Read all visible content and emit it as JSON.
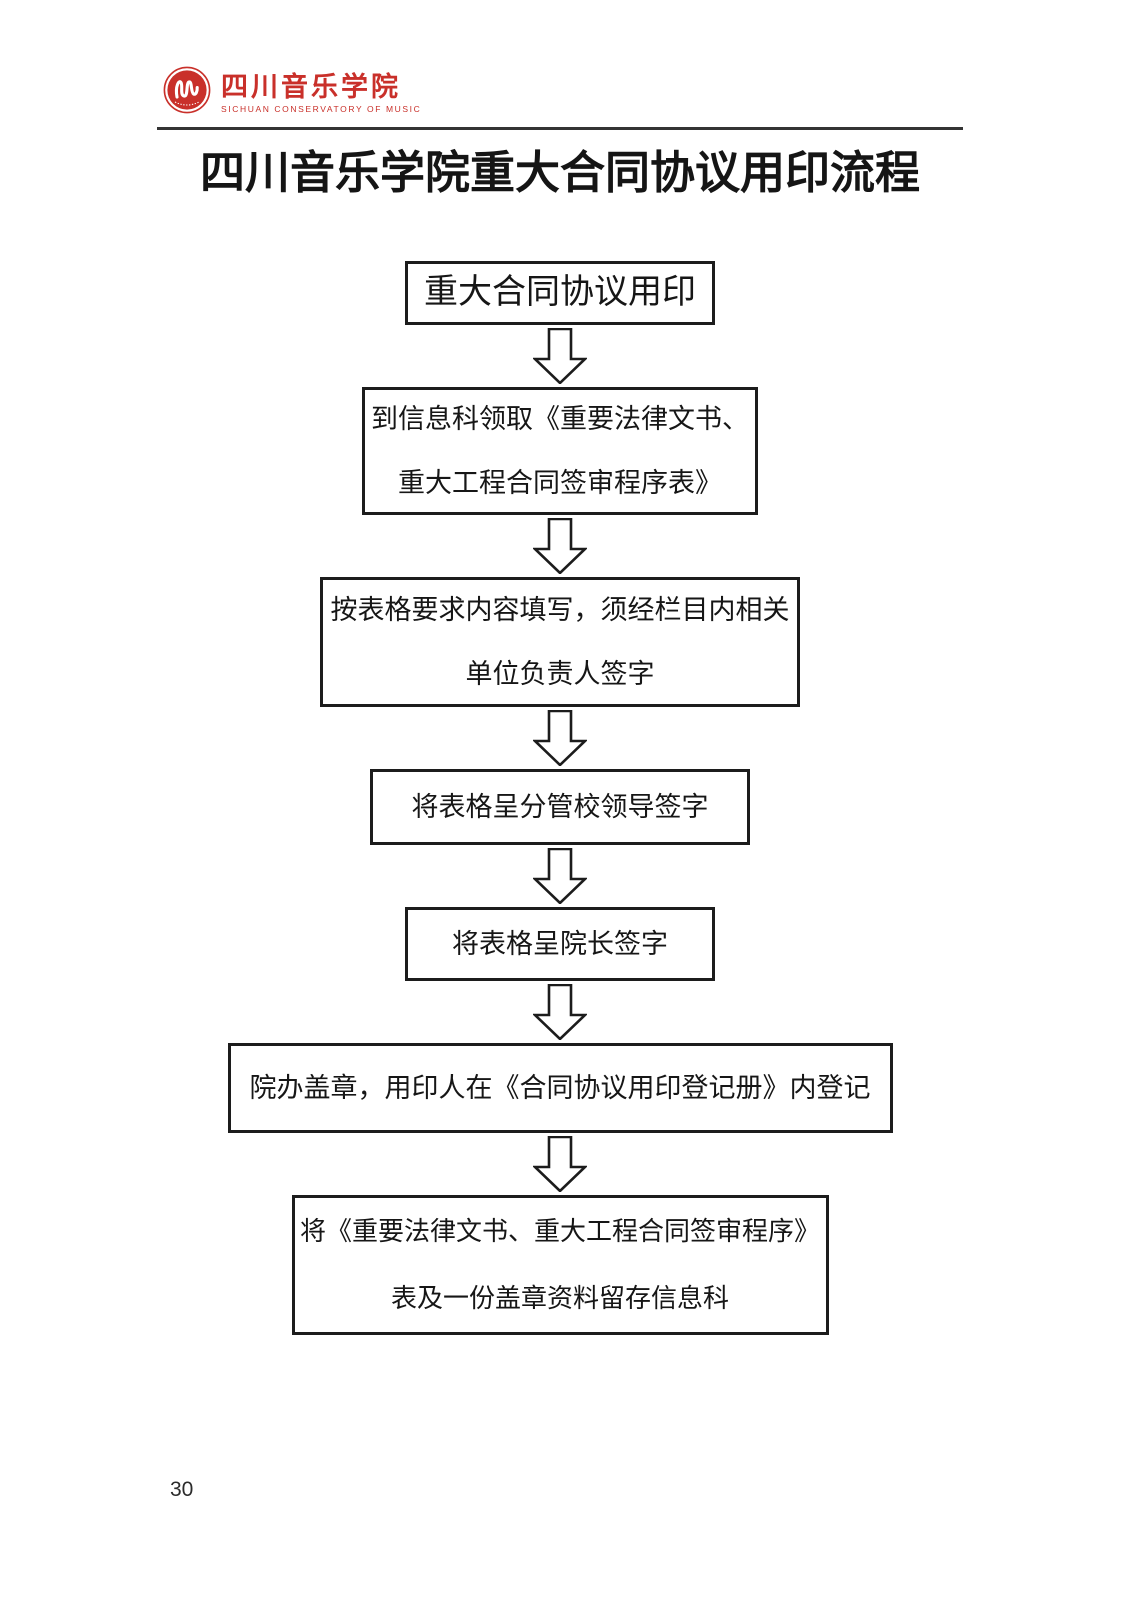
{
  "document": {
    "title": "四川音乐学院重大合同协议用印流程",
    "page_number": "30"
  },
  "header": {
    "logo_name_zh": "四川音乐学院",
    "logo_name_en": "SICHUAN CONSERVATORY OF MUSIC",
    "brand_color": "#c9302a"
  },
  "flowchart": {
    "boxes": [
      {
        "lines": [
          "重大合同协议用印"
        ]
      },
      {
        "lines": [
          "到信息科领取《重要法律文书、",
          "重大工程合同签审程序表》"
        ]
      },
      {
        "lines": [
          "按表格要求内容填写，须经栏目内相关",
          "单位负责人签字"
        ]
      },
      {
        "lines": [
          "将表格呈分管校领导签字"
        ]
      },
      {
        "lines": [
          "将表格呈院长签字"
        ]
      },
      {
        "lines": [
          "院办盖章，用印人在《合同协议用印登记册》内登记"
        ]
      },
      {
        "lines": [
          "将《重要法律文书、重大工程合同签审程序》",
          "表及一份盖章资料留存信息科"
        ]
      }
    ]
  }
}
